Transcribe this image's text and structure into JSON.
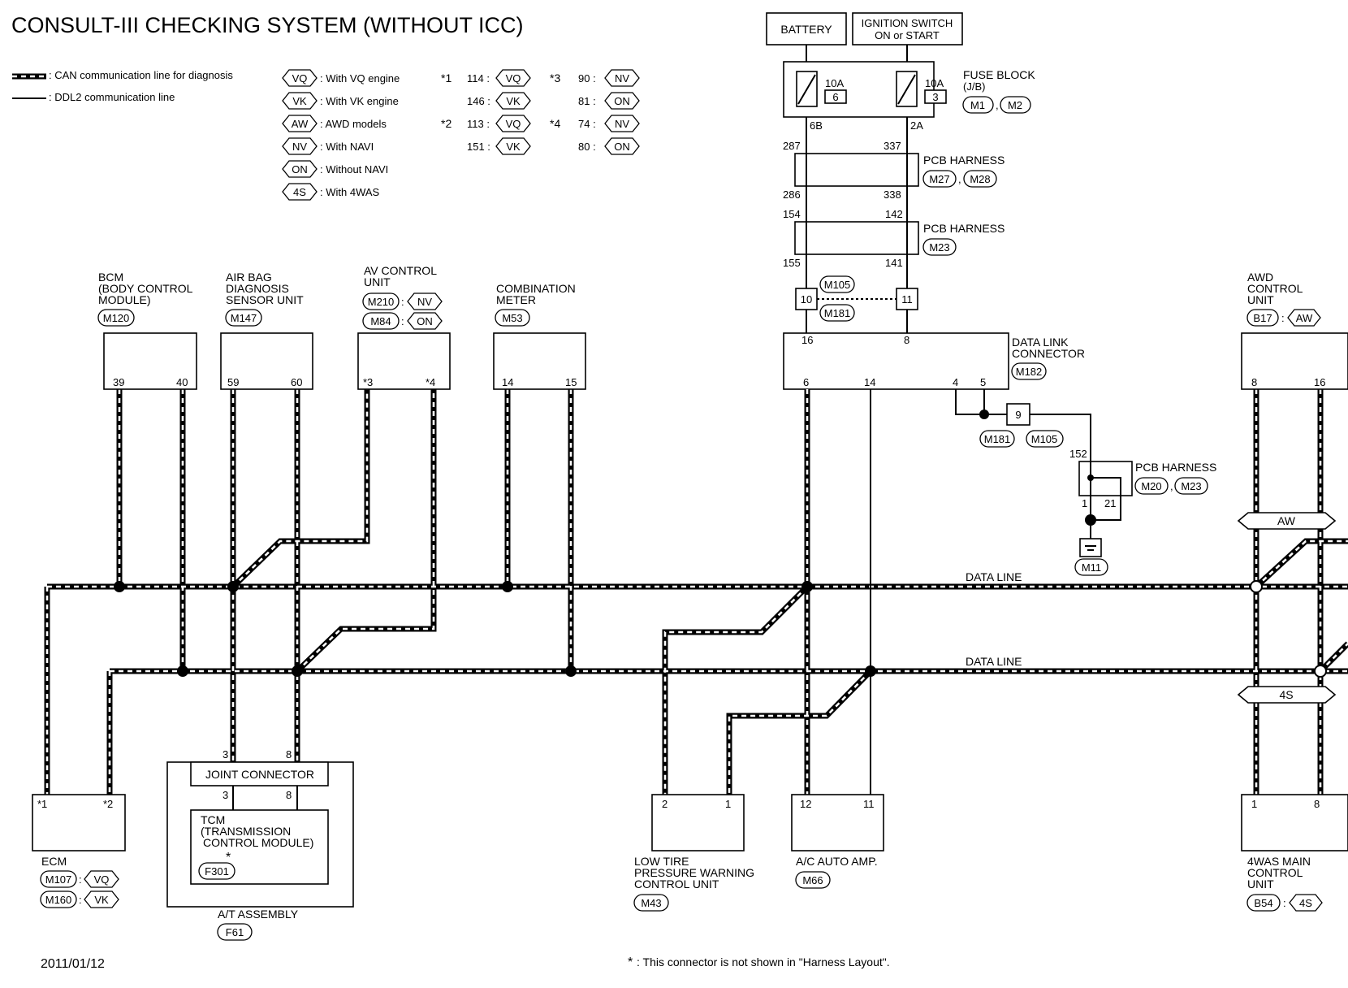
{
  "title": "CONSULT-III CHECKING SYSTEM (WITHOUT ICC)",
  "legend_lines": [
    {
      "text": ": CAN communication line for diagnosis"
    },
    {
      "text": ": DDL2 communication line"
    }
  ],
  "legend_codes": [
    {
      "code": "VQ",
      "text": ": With VQ engine"
    },
    {
      "code": "VK",
      "text": ": With VK engine"
    },
    {
      "code": "AW",
      "text": ": AWD models"
    },
    {
      "code": "NV",
      "text": ": With NAVI"
    },
    {
      "code": "ON",
      "text": ": Without NAVI"
    },
    {
      "code": "4S",
      "text": ": With 4WAS"
    }
  ],
  "star_notes": [
    {
      "mark": "*1",
      "pin": "114 :",
      "code": "VQ"
    },
    {
      "mark": "",
      "pin": "146 :",
      "code": "VK"
    },
    {
      "mark": "*2",
      "pin": "113 :",
      "code": "VQ"
    },
    {
      "mark": "",
      "pin": "151 :",
      "code": "VK"
    },
    {
      "mark": "*3",
      "pin": "90 :",
      "code": "NV"
    },
    {
      "mark": "",
      "pin": "81 :",
      "code": "ON"
    },
    {
      "mark": "*4",
      "pin": "74 :",
      "code": "NV"
    },
    {
      "mark": "",
      "pin": "80 :",
      "code": "ON"
    }
  ],
  "power": {
    "battery": "BATTERY",
    "ignition_line1": "IGNITION SWITCH",
    "ignition_line2": "ON or START",
    "fuse_left_amp": "10A",
    "fuse_left_no": "6",
    "fuse_right_amp": "10A",
    "fuse_right_no": "3",
    "fuse_block_line1": "FUSE BLOCK",
    "fuse_block_line2": "(J/B)",
    "fuse_block_connectors": [
      "M1",
      "M2"
    ],
    "fuse_left_term": "6B",
    "fuse_right_term": "2A"
  },
  "pcb_harness_1": {
    "label": "PCB HARNESS",
    "connectors": [
      "M27",
      "M28"
    ],
    "pins": [
      "287",
      "337",
      "286",
      "338"
    ]
  },
  "pcb_harness_2": {
    "label": "PCB HARNESS",
    "connectors": [
      "M23"
    ],
    "pins": [
      "154",
      "142",
      "155",
      "141"
    ]
  },
  "joint_m105": {
    "connectors": [
      "M105",
      "M181"
    ],
    "pins": [
      "10",
      "11"
    ]
  },
  "dlc": {
    "label_line1": "DATA LINK",
    "label_line2": "CONNECTOR",
    "connector": "M182",
    "top_pins": [
      "16",
      "8"
    ],
    "bottom_pins": [
      "6",
      "14",
      "4",
      "5"
    ]
  },
  "ground_joint": {
    "pin": "9",
    "connectors": [
      "M181",
      "M105"
    ]
  },
  "pcb_harness_3": {
    "label": "PCB HARNESS",
    "connectors": [
      "M20",
      "M23"
    ],
    "pin_top": "152",
    "pins": [
      "1",
      "21"
    ]
  },
  "ground": {
    "connector": "M11"
  },
  "modules": {
    "bcm": {
      "lines": [
        "BCM",
        "(BODY CONTROL",
        "MODULE)"
      ],
      "connector": "M120",
      "pins": [
        "39",
        "40"
      ]
    },
    "airbag": {
      "lines": [
        "AIR BAG",
        "DIAGNOSIS",
        "SENSOR UNIT"
      ],
      "connector": "M147",
      "pins": [
        "59",
        "60"
      ]
    },
    "av": {
      "lines": [
        "AV CONTROL",
        "UNIT"
      ],
      "connectors": [
        {
          "conn": "M210",
          "code": "NV"
        },
        {
          "conn": "M84",
          "code": "ON"
        }
      ],
      "pins": [
        "*3",
        "*4"
      ]
    },
    "meter": {
      "lines": [
        "COMBINATION",
        "METER"
      ],
      "connector": "M53",
      "pins": [
        "14",
        "15"
      ]
    },
    "awd": {
      "lines": [
        "AWD",
        "CONTROL",
        "UNIT"
      ],
      "connector": "B17",
      "code": "AW",
      "pins": [
        "8",
        "16"
      ]
    },
    "ecm": {
      "label": "ECM",
      "connectors": [
        {
          "conn": "M107",
          "code": "VQ"
        },
        {
          "conn": "M160",
          "code": "VK"
        }
      ],
      "pins": [
        "*1",
        "*2"
      ]
    },
    "at": {
      "joint": "JOINT CONNECTOR",
      "tcm_lines": [
        "TCM",
        "(TRANSMISSION",
        "CONTROL MODULE)"
      ],
      "tcm_star": "*",
      "tcm_connector": "F301",
      "assembly": "A/T ASSEMBLY",
      "assembly_connector": "F61",
      "pins": [
        "3",
        "8"
      ]
    },
    "lowtire": {
      "lines": [
        "LOW TIRE",
        "PRESSURE WARNING",
        "CONTROL UNIT"
      ],
      "connector": "M43",
      "pins": [
        "2",
        "1"
      ]
    },
    "ac": {
      "label": "A/C AUTO AMP.",
      "connector": "M66",
      "pins": [
        "12",
        "11"
      ]
    },
    "fourwas": {
      "lines": [
        "4WAS MAIN",
        "CONTROL",
        "UNIT"
      ],
      "connector": "B54",
      "code": "4S",
      "pins": [
        "1",
        "8"
      ]
    }
  },
  "data_line_labels": [
    "DATA LINE",
    "DATA LINE"
  ],
  "branch_labels": [
    "AW",
    "4S"
  ],
  "date": "2011/01/12",
  "footnote": ": This connector is not shown in \"Harness Layout\"."
}
